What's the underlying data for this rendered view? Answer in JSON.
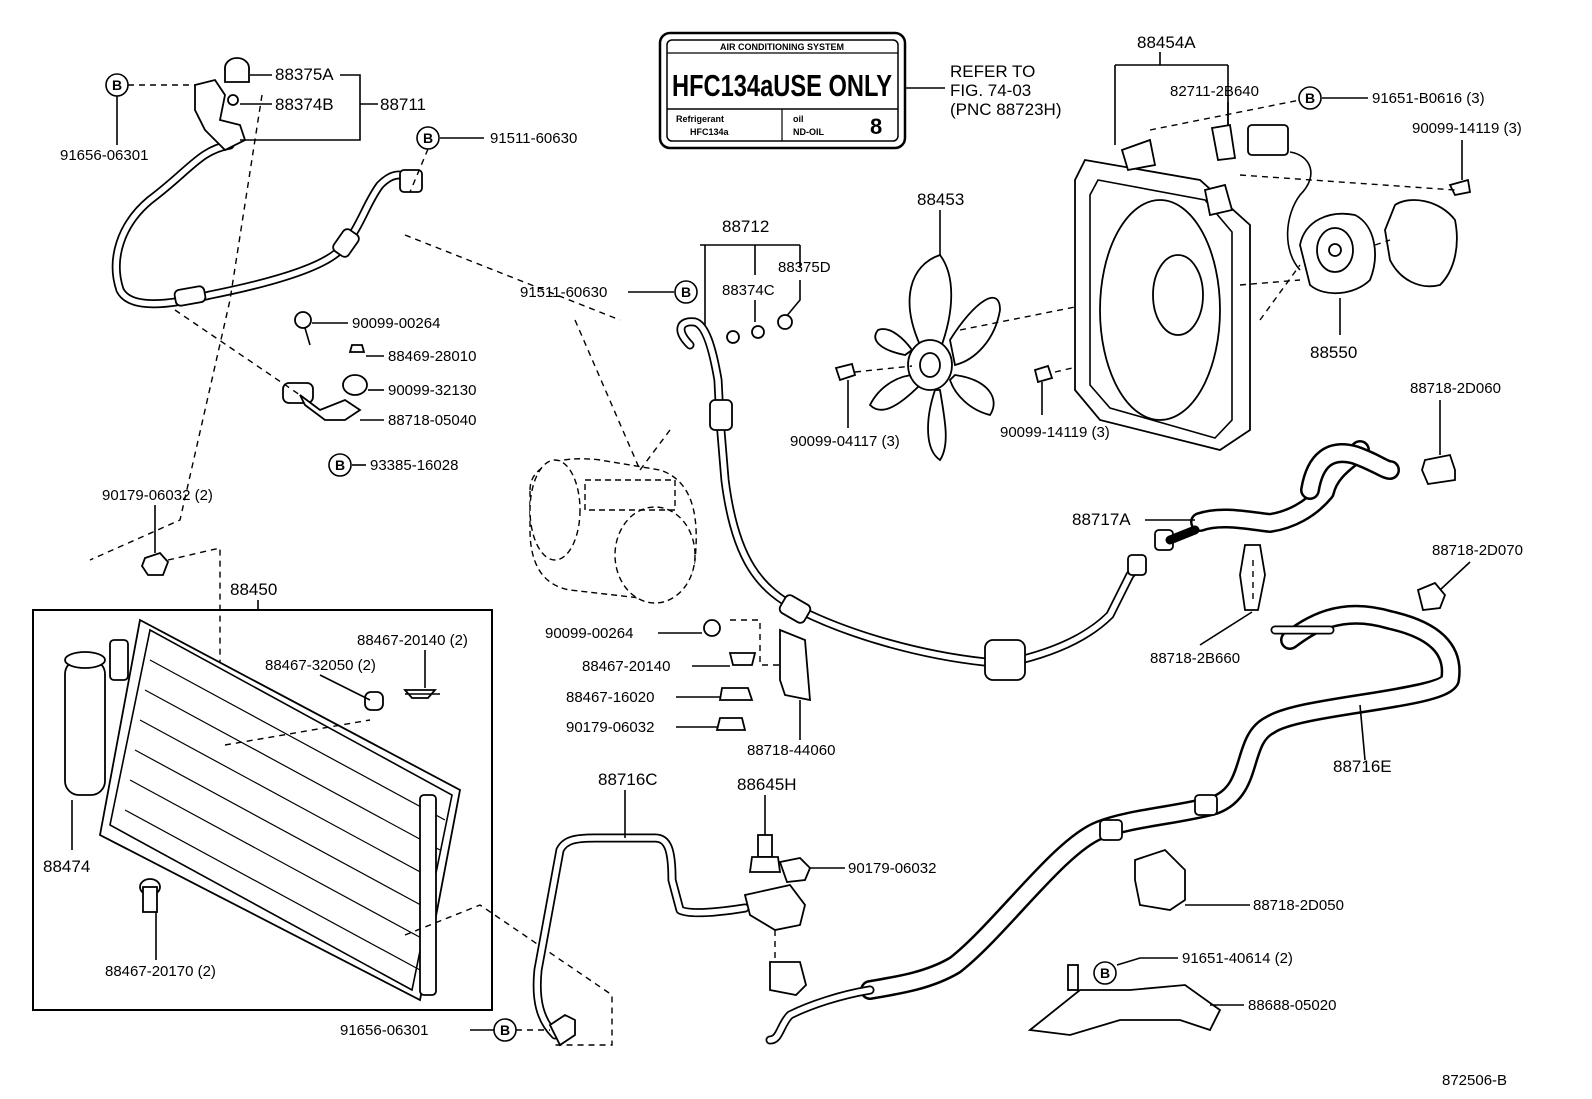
{
  "warning_label": {
    "system": "AIR CONDITIONING SYSTEM",
    "headline": "HFC134aUSE ONLY",
    "refrigerant_caption": "Refrigerant",
    "refrigerant_value": "HFC134a",
    "oil_caption": "oil",
    "oil_value": "ND-OIL",
    "oil_number": "8"
  },
  "refer_note": {
    "line1": "REFER TO",
    "line2": "FIG. 74-03",
    "line3": "(PNC 88723H)"
  },
  "b_marker": "B",
  "figure_id": "872506-B",
  "labels": {
    "p88375A": "88375A",
    "p88374B": "88374B",
    "p88711": "88711",
    "p91656_top": "91656-06301",
    "p91511_top": "91511-60630",
    "p90099_00264_top": "90099-00264",
    "p88469": "88469-28010",
    "p90099_32130": "90099-32130",
    "p88718_05040": "88718-05040",
    "p93385": "93385-16028",
    "p90179_2_top": "90179-06032 (2)",
    "p88450": "88450",
    "p88467_20140_2": "88467-20140 (2)",
    "p88467_32050": "88467-32050 (2)",
    "p88474": "88474",
    "p88467_20170": "88467-20170 (2)",
    "p91656_bottom": "91656-06301",
    "p88712": "88712",
    "p88375D": "88375D",
    "p88374C": "88374C",
    "p91511_mid": "91511-60630",
    "p90099_00264_mid": "90099-00264",
    "p88467_20140": "88467-20140",
    "p88467_16020": "88467-16020",
    "p90179_mid": "90179-06032",
    "p88718_44060": "88718-44060",
    "p88716C": "88716C",
    "p88645H": "88645H",
    "p90179_bottom": "90179-06032",
    "p88453": "88453",
    "p90099_04117": "90099-04117 (3)",
    "p90099_14119_mid": "90099-14119 (3)",
    "p88454A": "88454A",
    "p82711": "82711-2B640",
    "p91651_B0616": "91651-B0616 (3)",
    "p90099_14119_top": "90099-14119 (3)",
    "p88550": "88550",
    "p88718_2D060": "88718-2D060",
    "p88717A": "88717A",
    "p88718_2B660": "88718-2B660",
    "p88718_2D070": "88718-2D070",
    "p88716E": "88716E",
    "p88718_2D050": "88718-2D050",
    "p91651_40614": "91651-40614 (2)",
    "p88688": "88688-05020"
  }
}
